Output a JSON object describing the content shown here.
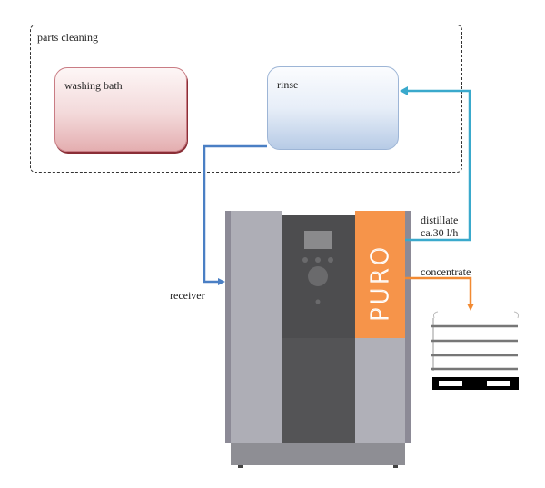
{
  "group": {
    "label": "parts cleaning"
  },
  "tanks": {
    "washing_bath": {
      "label": "washing bath"
    },
    "rinse": {
      "label": "rinse"
    }
  },
  "machine": {
    "brand_text": "PURO"
  },
  "flows": {
    "receiver": {
      "label": "receiver",
      "color": "#4a7fc4"
    },
    "distillate": {
      "label_line1": "distillate",
      "label_line2": "ca.30 l/h",
      "color": "#3aa9cc"
    },
    "concentrate": {
      "label": "concentrate",
      "color": "#f28a32"
    }
  },
  "colors": {
    "orange_panel": "#f6944a",
    "dark_panel": "#4d4d4f",
    "light_panel": "#aeaeb6",
    "base": "#8e8e94"
  }
}
